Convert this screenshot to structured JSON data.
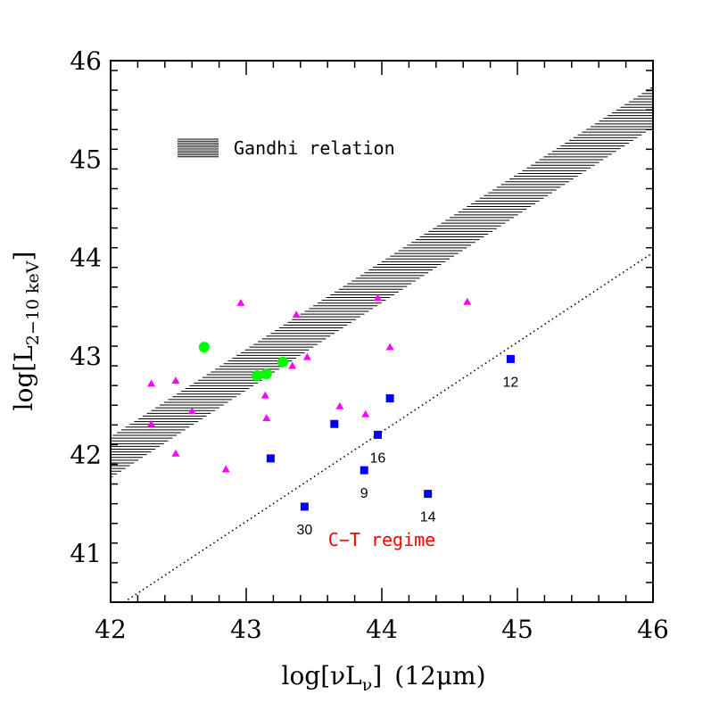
{
  "chart_data": {
    "type": "scatter",
    "xlim": [
      42,
      46
    ],
    "ylim": [
      40.5,
      46
    ],
    "x_ticks": [
      "42",
      "43",
      "44",
      "45",
      "46"
    ],
    "y_ticks": [
      "41",
      "42",
      "43",
      "44",
      "45",
      "46"
    ],
    "xlabel": {
      "prefix": "log[",
      "main": "νL",
      "sub": "ν",
      "suffix": "]",
      "extra": "(12μm)"
    },
    "ylabel": {
      "prefix": "log[",
      "main": "L",
      "sub": "2−10 keV",
      "suffix": "]"
    },
    "gandhi_band": {
      "label": "Gandhi relation",
      "lower": [
        [
          42,
          41.76
        ],
        [
          46,
          45.32
        ]
      ],
      "upper": [
        [
          42,
          42.18
        ],
        [
          46,
          45.74
        ]
      ]
    },
    "ct_line": {
      "style": "dotted",
      "points": [
        [
          42.1,
          40.5
        ],
        [
          46,
          44.05
        ]
      ]
    },
    "annotation": {
      "text": "C−T regime",
      "color": "#ff0000",
      "x": 44.0,
      "y": 41.07
    },
    "series": [
      {
        "marker": "triangle",
        "color": "#ff00ff",
        "points": [
          [
            42.3,
            42.72
          ],
          [
            42.3,
            42.31
          ],
          [
            42.48,
            42.75
          ],
          [
            42.48,
            42.01
          ],
          [
            42.6,
            42.44
          ],
          [
            42.85,
            41.85
          ],
          [
            42.96,
            43.54
          ],
          [
            43.14,
            42.6
          ],
          [
            43.15,
            42.37
          ],
          [
            43.34,
            42.9
          ],
          [
            43.37,
            43.42
          ],
          [
            43.45,
            42.99
          ],
          [
            43.69,
            42.49
          ],
          [
            43.88,
            42.41
          ],
          [
            43.97,
            43.59
          ],
          [
            44.06,
            43.09
          ],
          [
            44.63,
            43.55
          ]
        ]
      },
      {
        "marker": "circle",
        "color": "#00ff00",
        "points": [
          [
            42.69,
            43.09
          ],
          [
            43.08,
            42.8
          ],
          [
            43.15,
            42.82
          ],
          [
            43.27,
            42.94
          ]
        ]
      },
      {
        "marker": "square",
        "color": "#0000ff",
        "points": [
          {
            "x": 43.18,
            "y": 41.96,
            "label": ""
          },
          {
            "x": 43.43,
            "y": 41.47,
            "label": "30"
          },
          {
            "x": 43.65,
            "y": 42.31,
            "label": ""
          },
          {
            "x": 43.87,
            "y": 41.84,
            "label": "9"
          },
          {
            "x": 43.97,
            "y": 42.2,
            "label": "16"
          },
          {
            "x": 44.06,
            "y": 42.57,
            "label": ""
          },
          {
            "x": 44.34,
            "y": 41.6,
            "label": "14"
          },
          {
            "x": 44.95,
            "y": 42.97,
            "label": "12"
          }
        ]
      }
    ]
  }
}
